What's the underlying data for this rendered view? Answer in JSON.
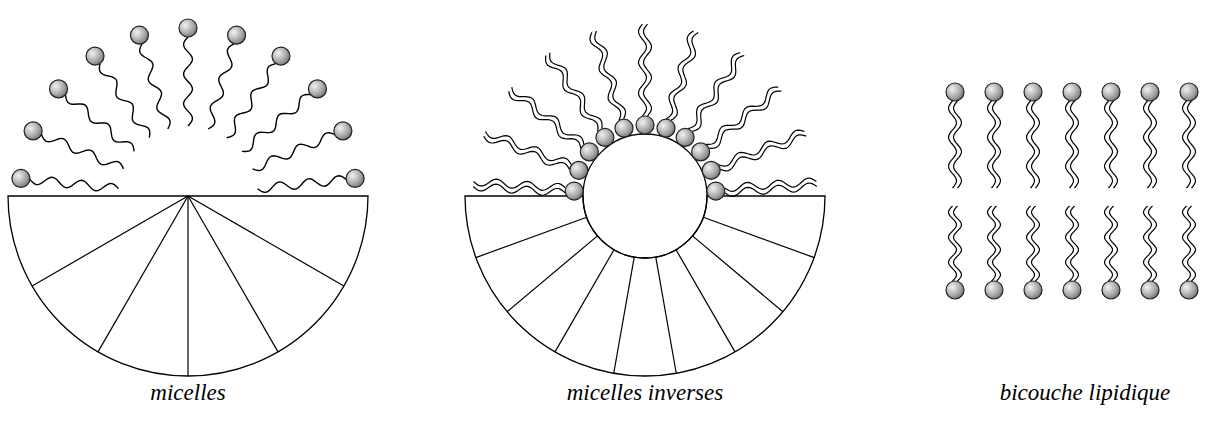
{
  "diagram": {
    "labels": [
      "micelles",
      "micelles inverses",
      "bicouche lipidique"
    ]
  }
}
